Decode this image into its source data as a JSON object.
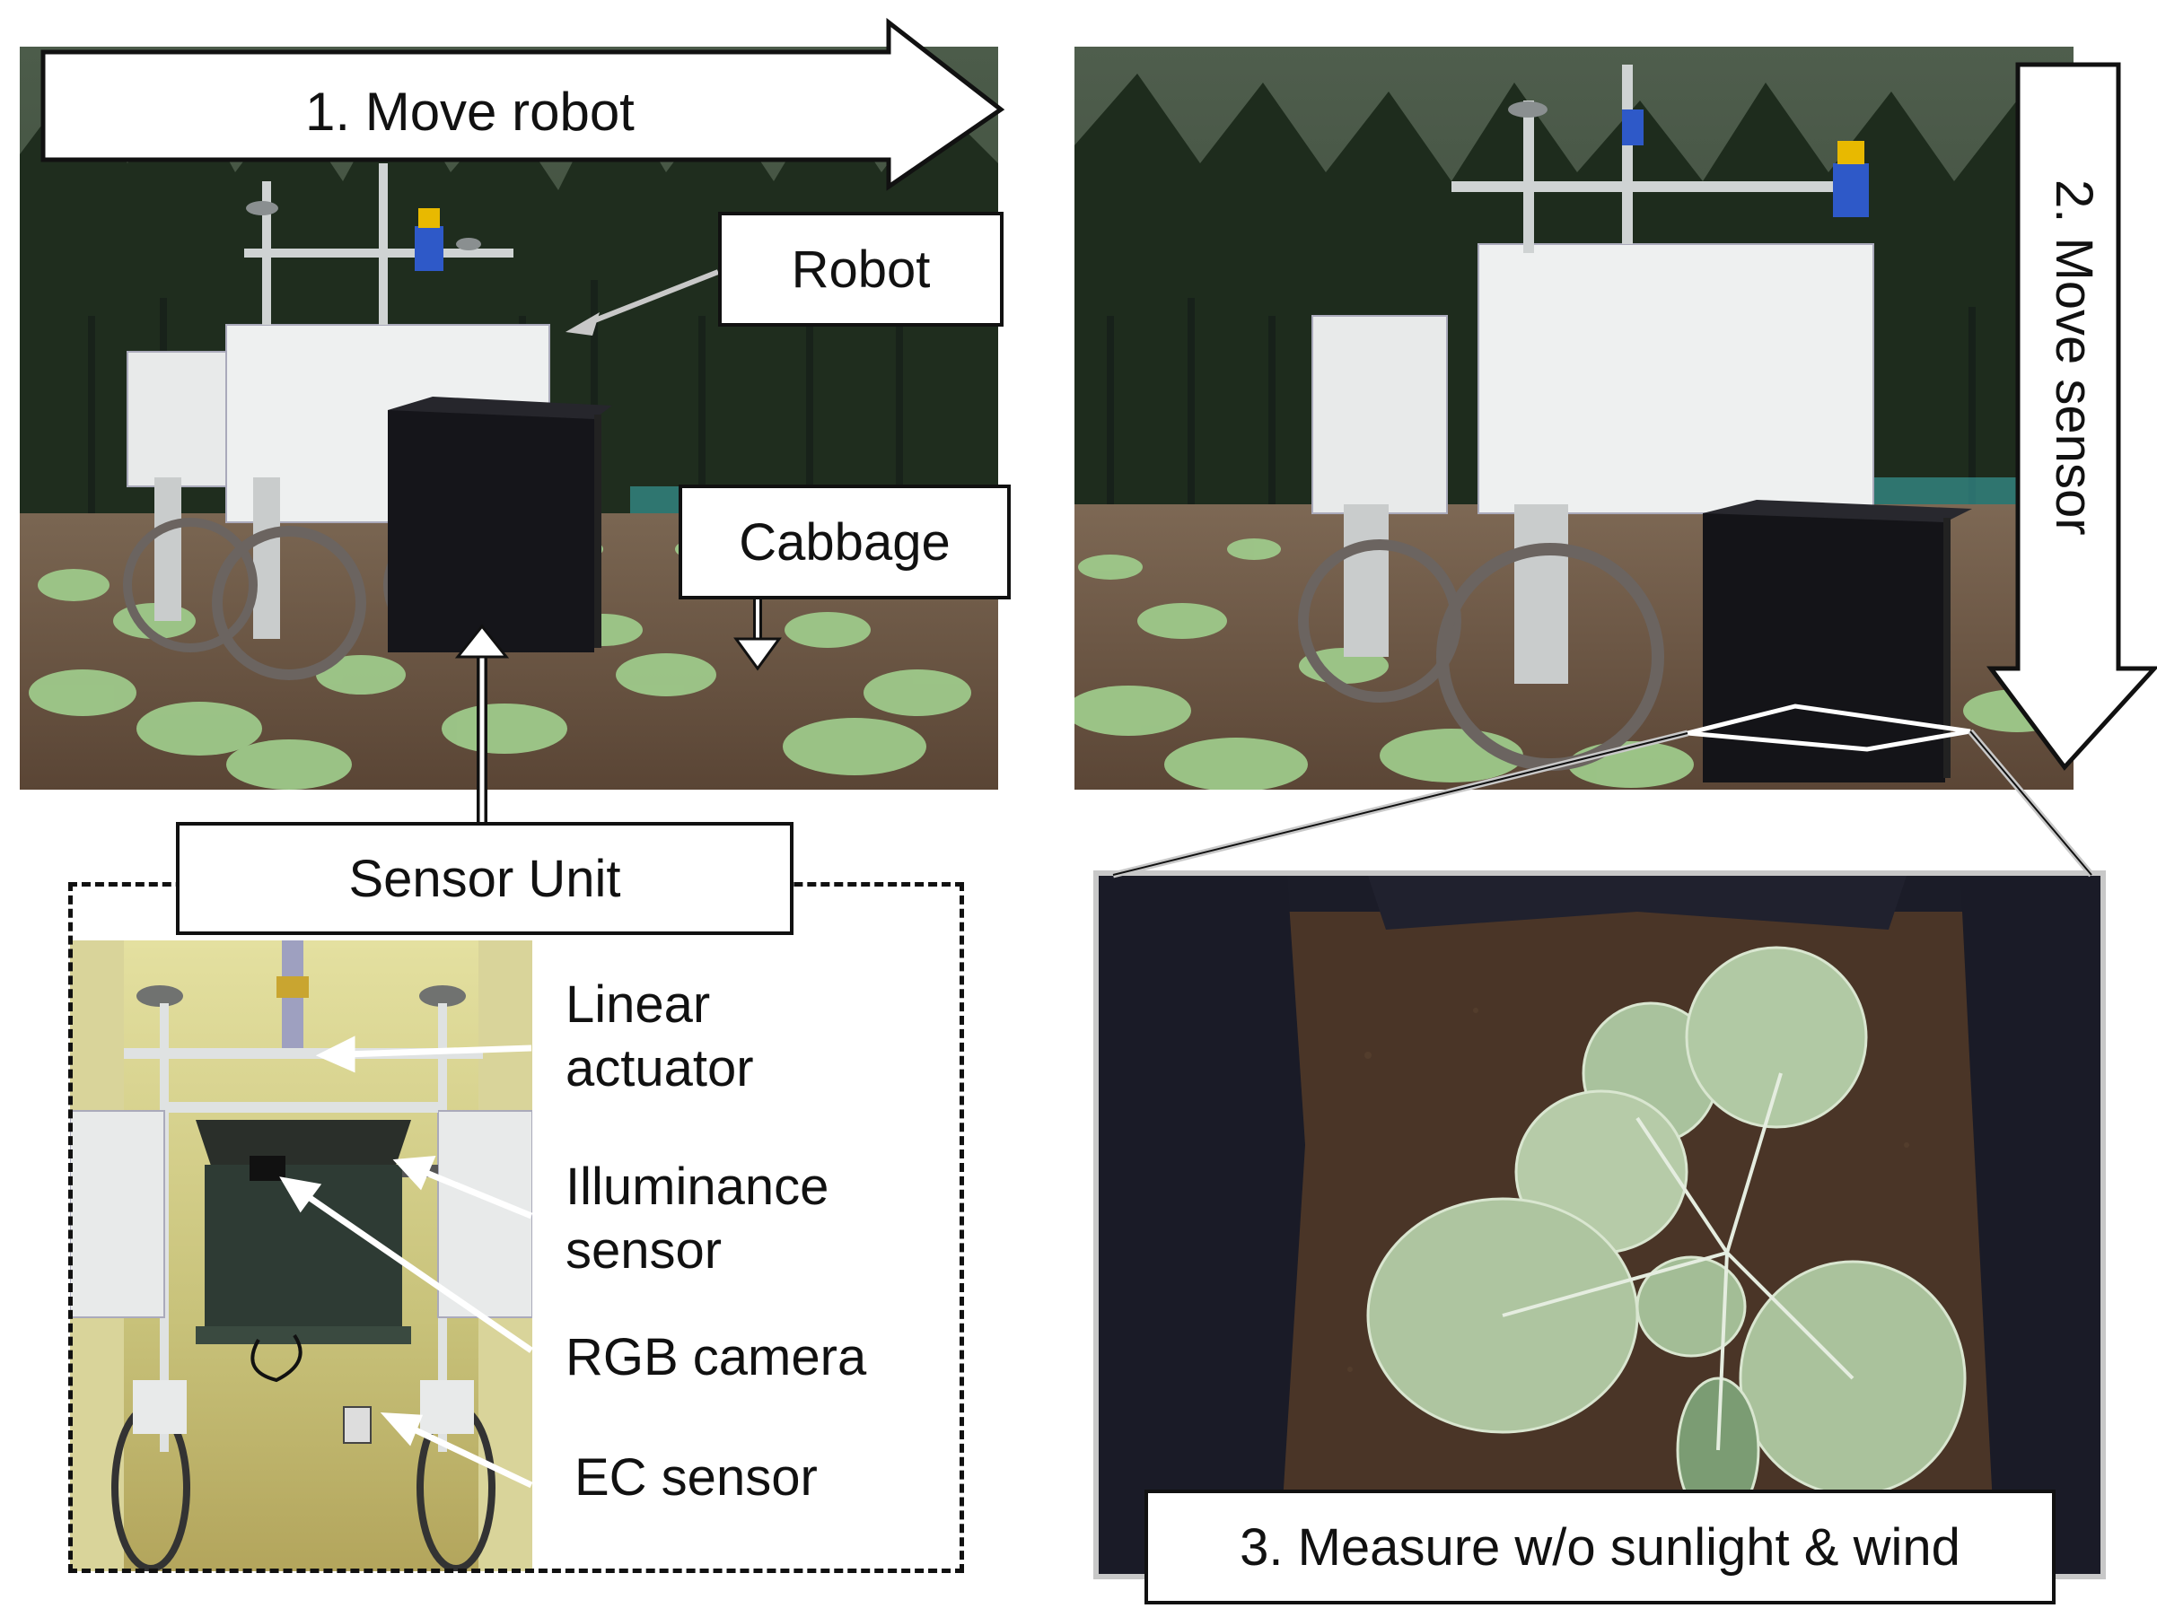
{
  "steps": {
    "step1": "1. Move robot",
    "step2": "2. Move sensor",
    "step3": "3. Measure w/o sunlight & wind"
  },
  "callouts": {
    "robot": "Robot",
    "cabbage": "Cabbage",
    "sensor_unit": "Sensor Unit"
  },
  "sensor_parts": {
    "linear_actuator_1": "Linear",
    "linear_actuator_2": "actuator",
    "illuminance_1": "Illuminance",
    "illuminance_2": "sensor",
    "rgb_camera": "RGB camera",
    "ec_sensor": "EC sensor"
  }
}
